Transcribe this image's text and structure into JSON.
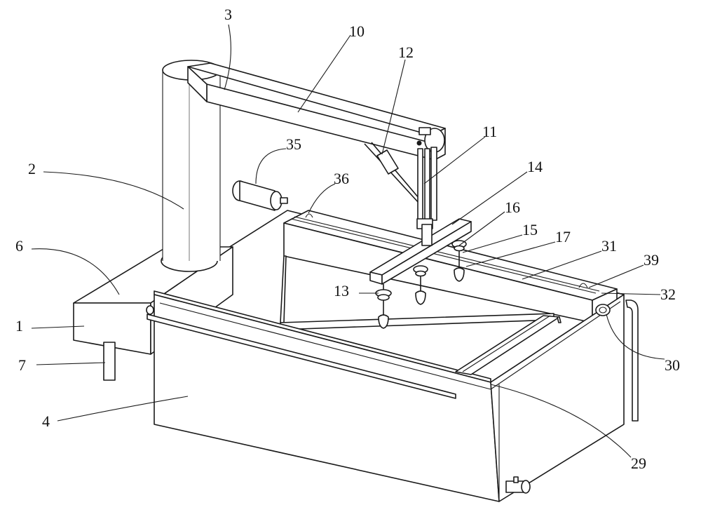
{
  "labels": [
    {
      "id": "1",
      "text": "1"
    },
    {
      "id": "2",
      "text": "2"
    },
    {
      "id": "3",
      "text": "3"
    },
    {
      "id": "4",
      "text": "4"
    },
    {
      "id": "6",
      "text": "6"
    },
    {
      "id": "7",
      "text": "7"
    },
    {
      "id": "10",
      "text": "10"
    },
    {
      "id": "11",
      "text": "11"
    },
    {
      "id": "12",
      "text": "12"
    },
    {
      "id": "13",
      "text": "13"
    },
    {
      "id": "14",
      "text": "14"
    },
    {
      "id": "15",
      "text": "15"
    },
    {
      "id": "16",
      "text": "16"
    },
    {
      "id": "17",
      "text": "17"
    },
    {
      "id": "29",
      "text": "29"
    },
    {
      "id": "30",
      "text": "30"
    },
    {
      "id": "31",
      "text": "31"
    },
    {
      "id": "32",
      "text": "32"
    },
    {
      "id": "35",
      "text": "35"
    },
    {
      "id": "36",
      "text": "36"
    },
    {
      "id": "39",
      "text": "39"
    }
  ]
}
